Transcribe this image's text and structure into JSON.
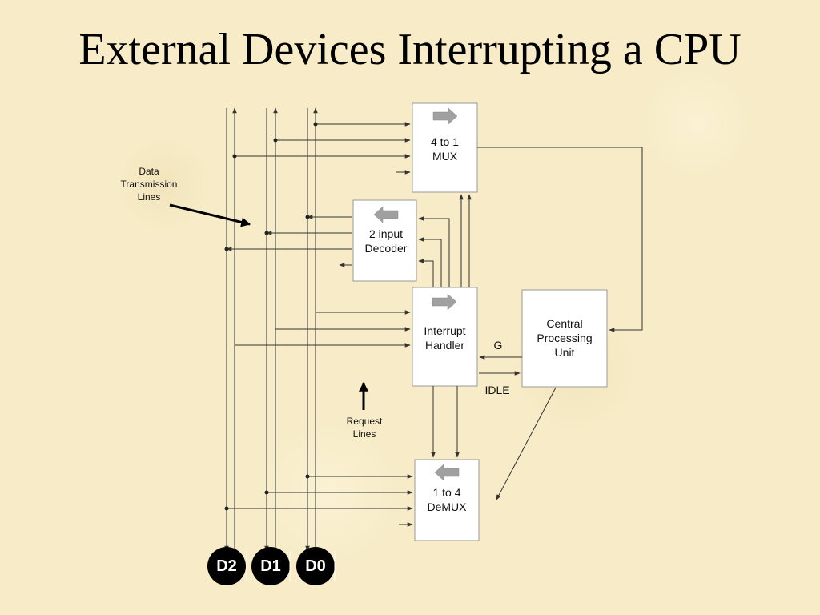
{
  "title": "External Devices Interrupting a CPU",
  "blocks": {
    "mux": [
      "4 to 1",
      "MUX"
    ],
    "decoder": [
      "2 input",
      "Decoder"
    ],
    "handler": [
      "Interrupt",
      "Handler"
    ],
    "demux": [
      "1 to 4",
      "DeMUX"
    ],
    "cpu": [
      "Central",
      "Processing",
      "Unit"
    ]
  },
  "signals": {
    "g": "G",
    "idle": "IDLE"
  },
  "annotations": {
    "data_lines": [
      "Data",
      "Transmission",
      "Lines"
    ],
    "request_lines": [
      "Request",
      "Lines"
    ]
  },
  "devices": [
    "D2",
    "D1",
    "D0"
  ],
  "colors": {
    "background": "#f7ecc7",
    "block_fill": "#ffffff",
    "block_border": "#999999",
    "line": "#333333",
    "arrow_icon": "#a0a0a0",
    "device_circle": "#000000"
  }
}
